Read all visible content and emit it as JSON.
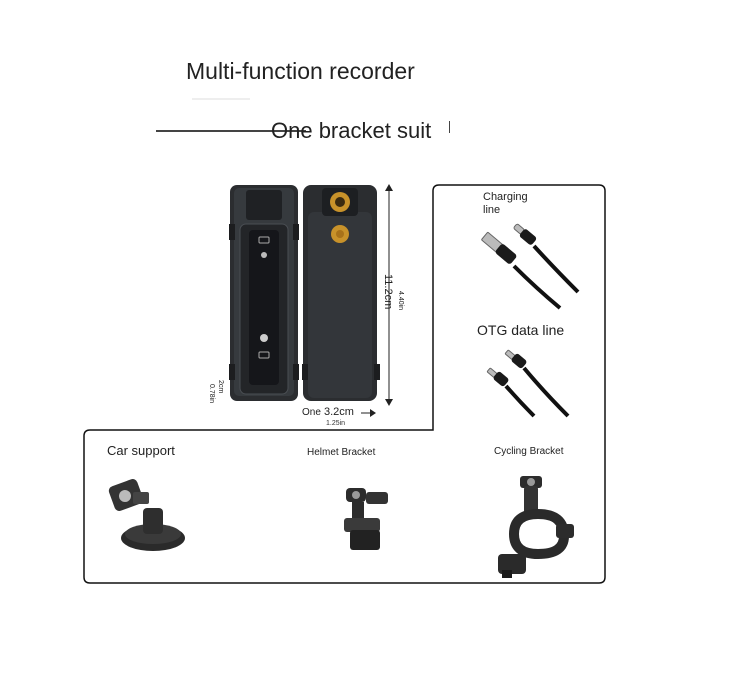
{
  "title": "Multi-function recorder",
  "subtitle": "One bracket suit",
  "accessories": {
    "charging_line_l1": "Charging",
    "charging_line_l2": "line",
    "otg_line": "OTG data line"
  },
  "brackets": {
    "car": "Car support",
    "helmet": "Helmet Bracket",
    "cycling": "Cycling Bracket"
  },
  "dimensions": {
    "height_cm": "11.2cm",
    "height_in": "4.40in",
    "width_prefix": "One",
    "width_cm": "3.2cm",
    "width_in": "1.25in",
    "depth_cm": "2cm",
    "depth_in": "0.78in"
  },
  "colors": {
    "frame": "#111111",
    "device_body": "#2b2d30",
    "accent_gold": "#c8922a"
  }
}
